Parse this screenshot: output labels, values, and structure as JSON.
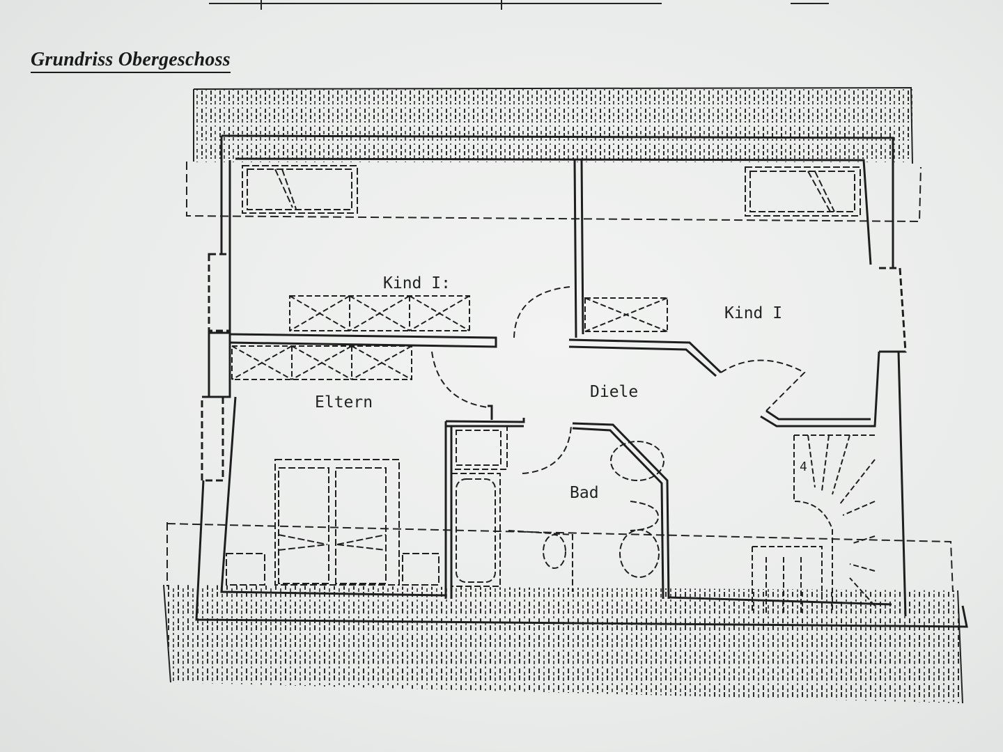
{
  "title": "Grundriss Obergeschoss",
  "rooms": {
    "kind_2": "Kind I:",
    "kind_1": "Kind I",
    "eltern": "Eltern",
    "diele": "Diele",
    "bad": "Bad"
  },
  "stair_step_label": "4",
  "colors": {
    "ink": "#1e1e1e",
    "paper": "#eceeed"
  }
}
